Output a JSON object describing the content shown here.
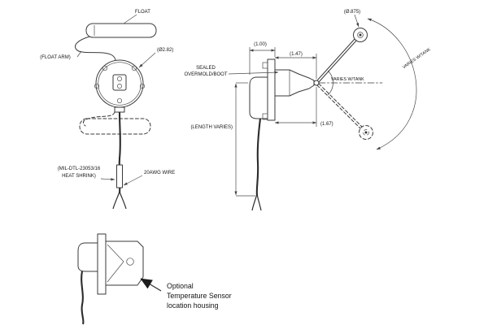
{
  "drawing": {
    "front": {
      "float": "FLOAT",
      "float_arm": "(FLOAT ARM)",
      "flange_dia": "(Ø2.82)",
      "heat_shrink_1": "(MIL-DTL-23053/16",
      "heat_shrink_2": "HEAT SHRINK)",
      "wire": "20AWG WIRE"
    },
    "side": {
      "dim_boot": "(1.00)",
      "dim_pivot": "(1.47)",
      "float_dia": "(Ø.875)",
      "sealed_1": "SEALED",
      "sealed_2": "OVERMOLD/BOOT",
      "angle_varies": "VARIES W/TANK",
      "swing_varies": "VARIES W/TANK",
      "length": "(LENGTH VARIES)",
      "dim_offset": "(1.67)"
    },
    "bottom": {
      "note_1": "Optional",
      "note_2": "Temperature Sensor",
      "note_3": "location housing"
    }
  }
}
